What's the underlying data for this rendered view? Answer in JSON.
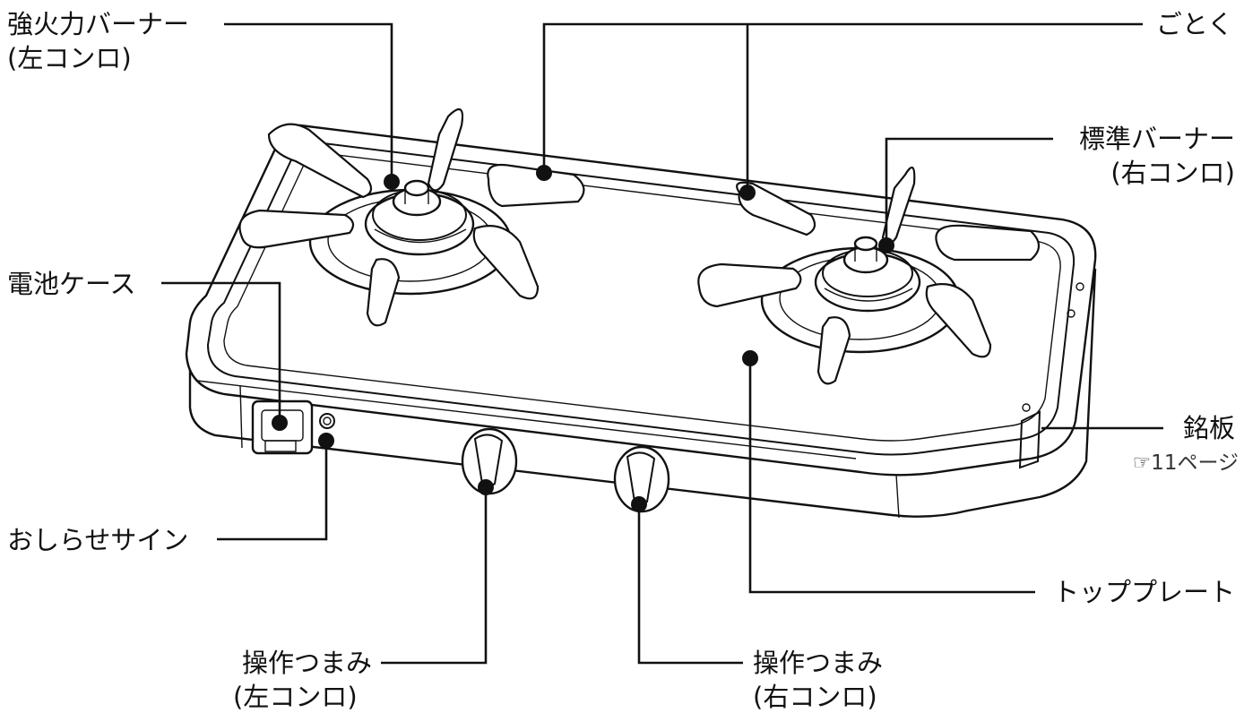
{
  "labels": {
    "strong_burner": {
      "line1": "強火力バーナー",
      "line2": "(左コンロ)"
    },
    "trivet": "ごとく",
    "standard_burner": {
      "line1": "標準バーナー",
      "line2": "(右コンロ)"
    },
    "battery_case": "電池ケース",
    "nameplate": {
      "line1": "銘板",
      "line2": "☞11ページ"
    },
    "notice_sign": "おしらせサイン",
    "top_plate": "トッププレート",
    "knob_left": {
      "line1": "操作つまみ",
      "line2": "(左コンロ)"
    },
    "knob_right": {
      "line1": "操作つまみ",
      "line2": "(右コンロ)"
    }
  },
  "colors": {
    "ink": "#111111",
    "background": "#ffffff"
  }
}
